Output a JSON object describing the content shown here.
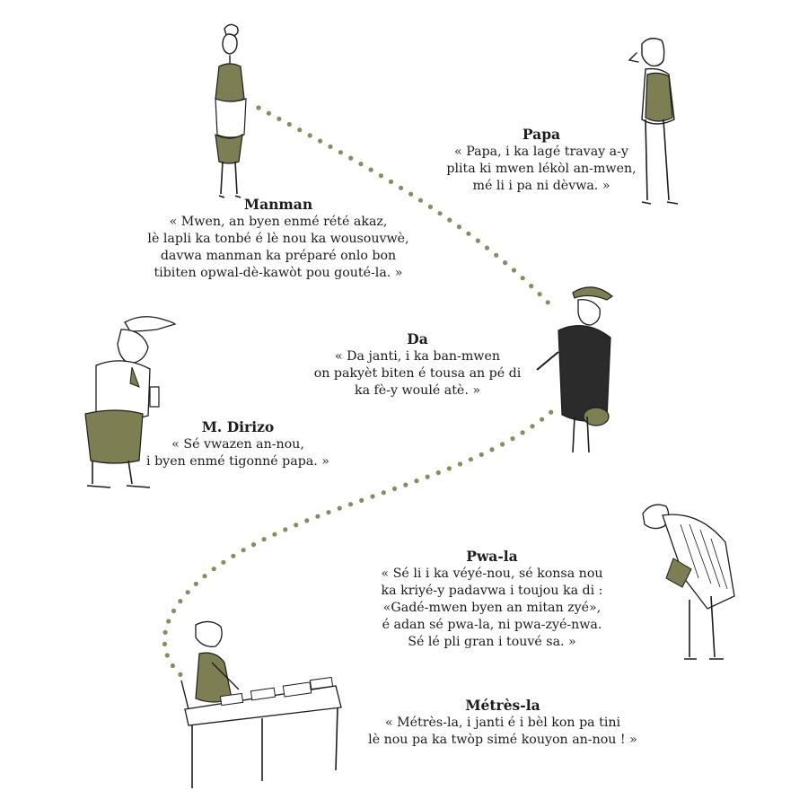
{
  "accent_color": "#7d7f52",
  "dot_color": "#8a8c5d",
  "characters": [
    {
      "key": "manman",
      "name": "Manman",
      "quote": [
        "« Mwen, an byen enmé rété akaz,",
        "lè lapli ka tonbé é lè nou ka wousouvwè,",
        "davwa manman ka préparé onlo bon",
        "tibiten opwal-dè-kawòt pou gouté-la. »"
      ],
      "icon": "standing-woman-apron-icon"
    },
    {
      "key": "papa",
      "name": "Papa",
      "quote": [
        "« Papa, i ka lagé travay a-y",
        "plita ki mwen lékòl an-mwen,",
        "mé li i pa ni dèvwa. »"
      ],
      "icon": "standing-man-vest-icon"
    },
    {
      "key": "da",
      "name": "Da",
      "quote": [
        "« Da janti, i ka ban-mwen",
        "on pakyèt biten é tousa an pé di",
        "ka fè-y woulé atè. »"
      ],
      "icon": "lady-with-hat-icon"
    },
    {
      "key": "dirizo",
      "name": "M. Dirizo",
      "quote": [
        "« Sé vwazen an-nou,",
        "i byen enmé tigonné papa. »"
      ],
      "icon": "man-with-cap-and-glass-icon"
    },
    {
      "key": "pwala",
      "name": "Pwa-la",
      "quote": [
        "« Sé li i ka véyé-nou, sé konsa nou",
        "ka kriyé-y padavwa i toujou ka di :",
        "«Gadé-mwen byen an mitan zyé»,",
        "é adan sé pwa-la, ni pwa-zyé-nwa.",
        "Sé lé pli gran i touvé sa. »"
      ],
      "icon": "stooped-man-striped-suit-icon"
    },
    {
      "key": "metresla",
      "name": "Métrès-la",
      "quote": [
        "« Métrès-la, i janti é i bèl kon pa tini",
        "lè nou pa ka twòp simé kouyon an-nou ! »"
      ],
      "icon": "teacher-at-desk-icon"
    }
  ]
}
